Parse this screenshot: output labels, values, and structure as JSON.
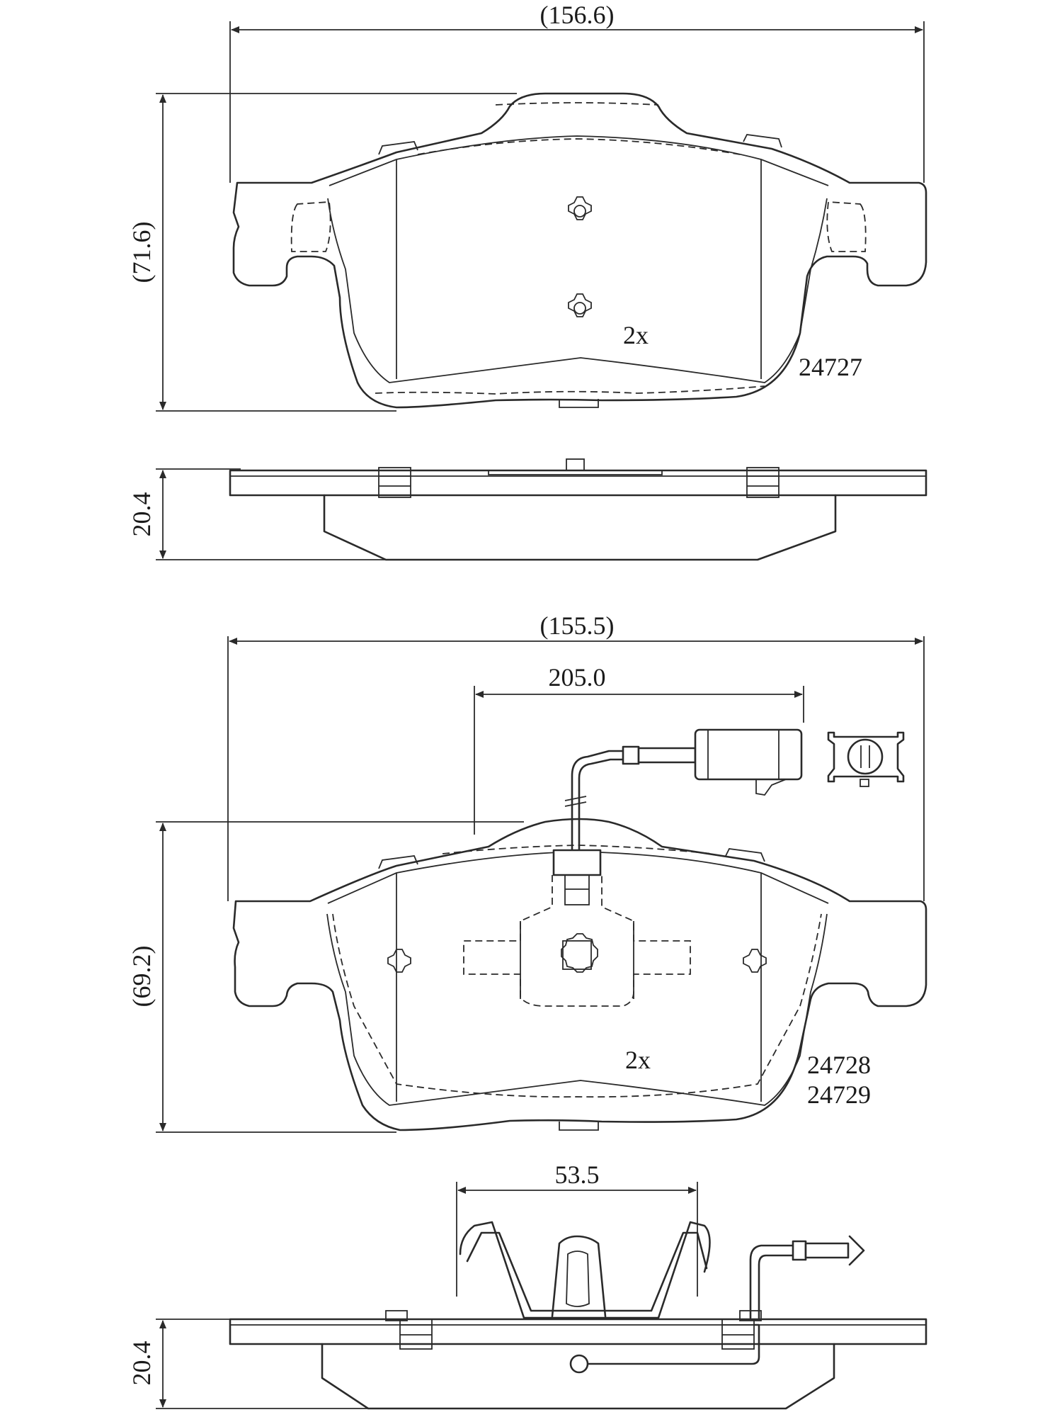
{
  "top_view_1": {
    "width_label": "(156.6)",
    "height_label": "(71.6)",
    "quantity_label": "2x",
    "part_number": "24727"
  },
  "side_view_1": {
    "thickness_label": "20.4"
  },
  "top_view_2": {
    "width_label": "(155.5)",
    "sensor_length_label": "205.0",
    "height_label": "(69.2)",
    "quantity_label": "2x",
    "part_numbers": [
      "24728",
      "24729"
    ]
  },
  "side_view_2": {
    "spring_width_label": "53.5",
    "thickness_label": "20.4"
  }
}
